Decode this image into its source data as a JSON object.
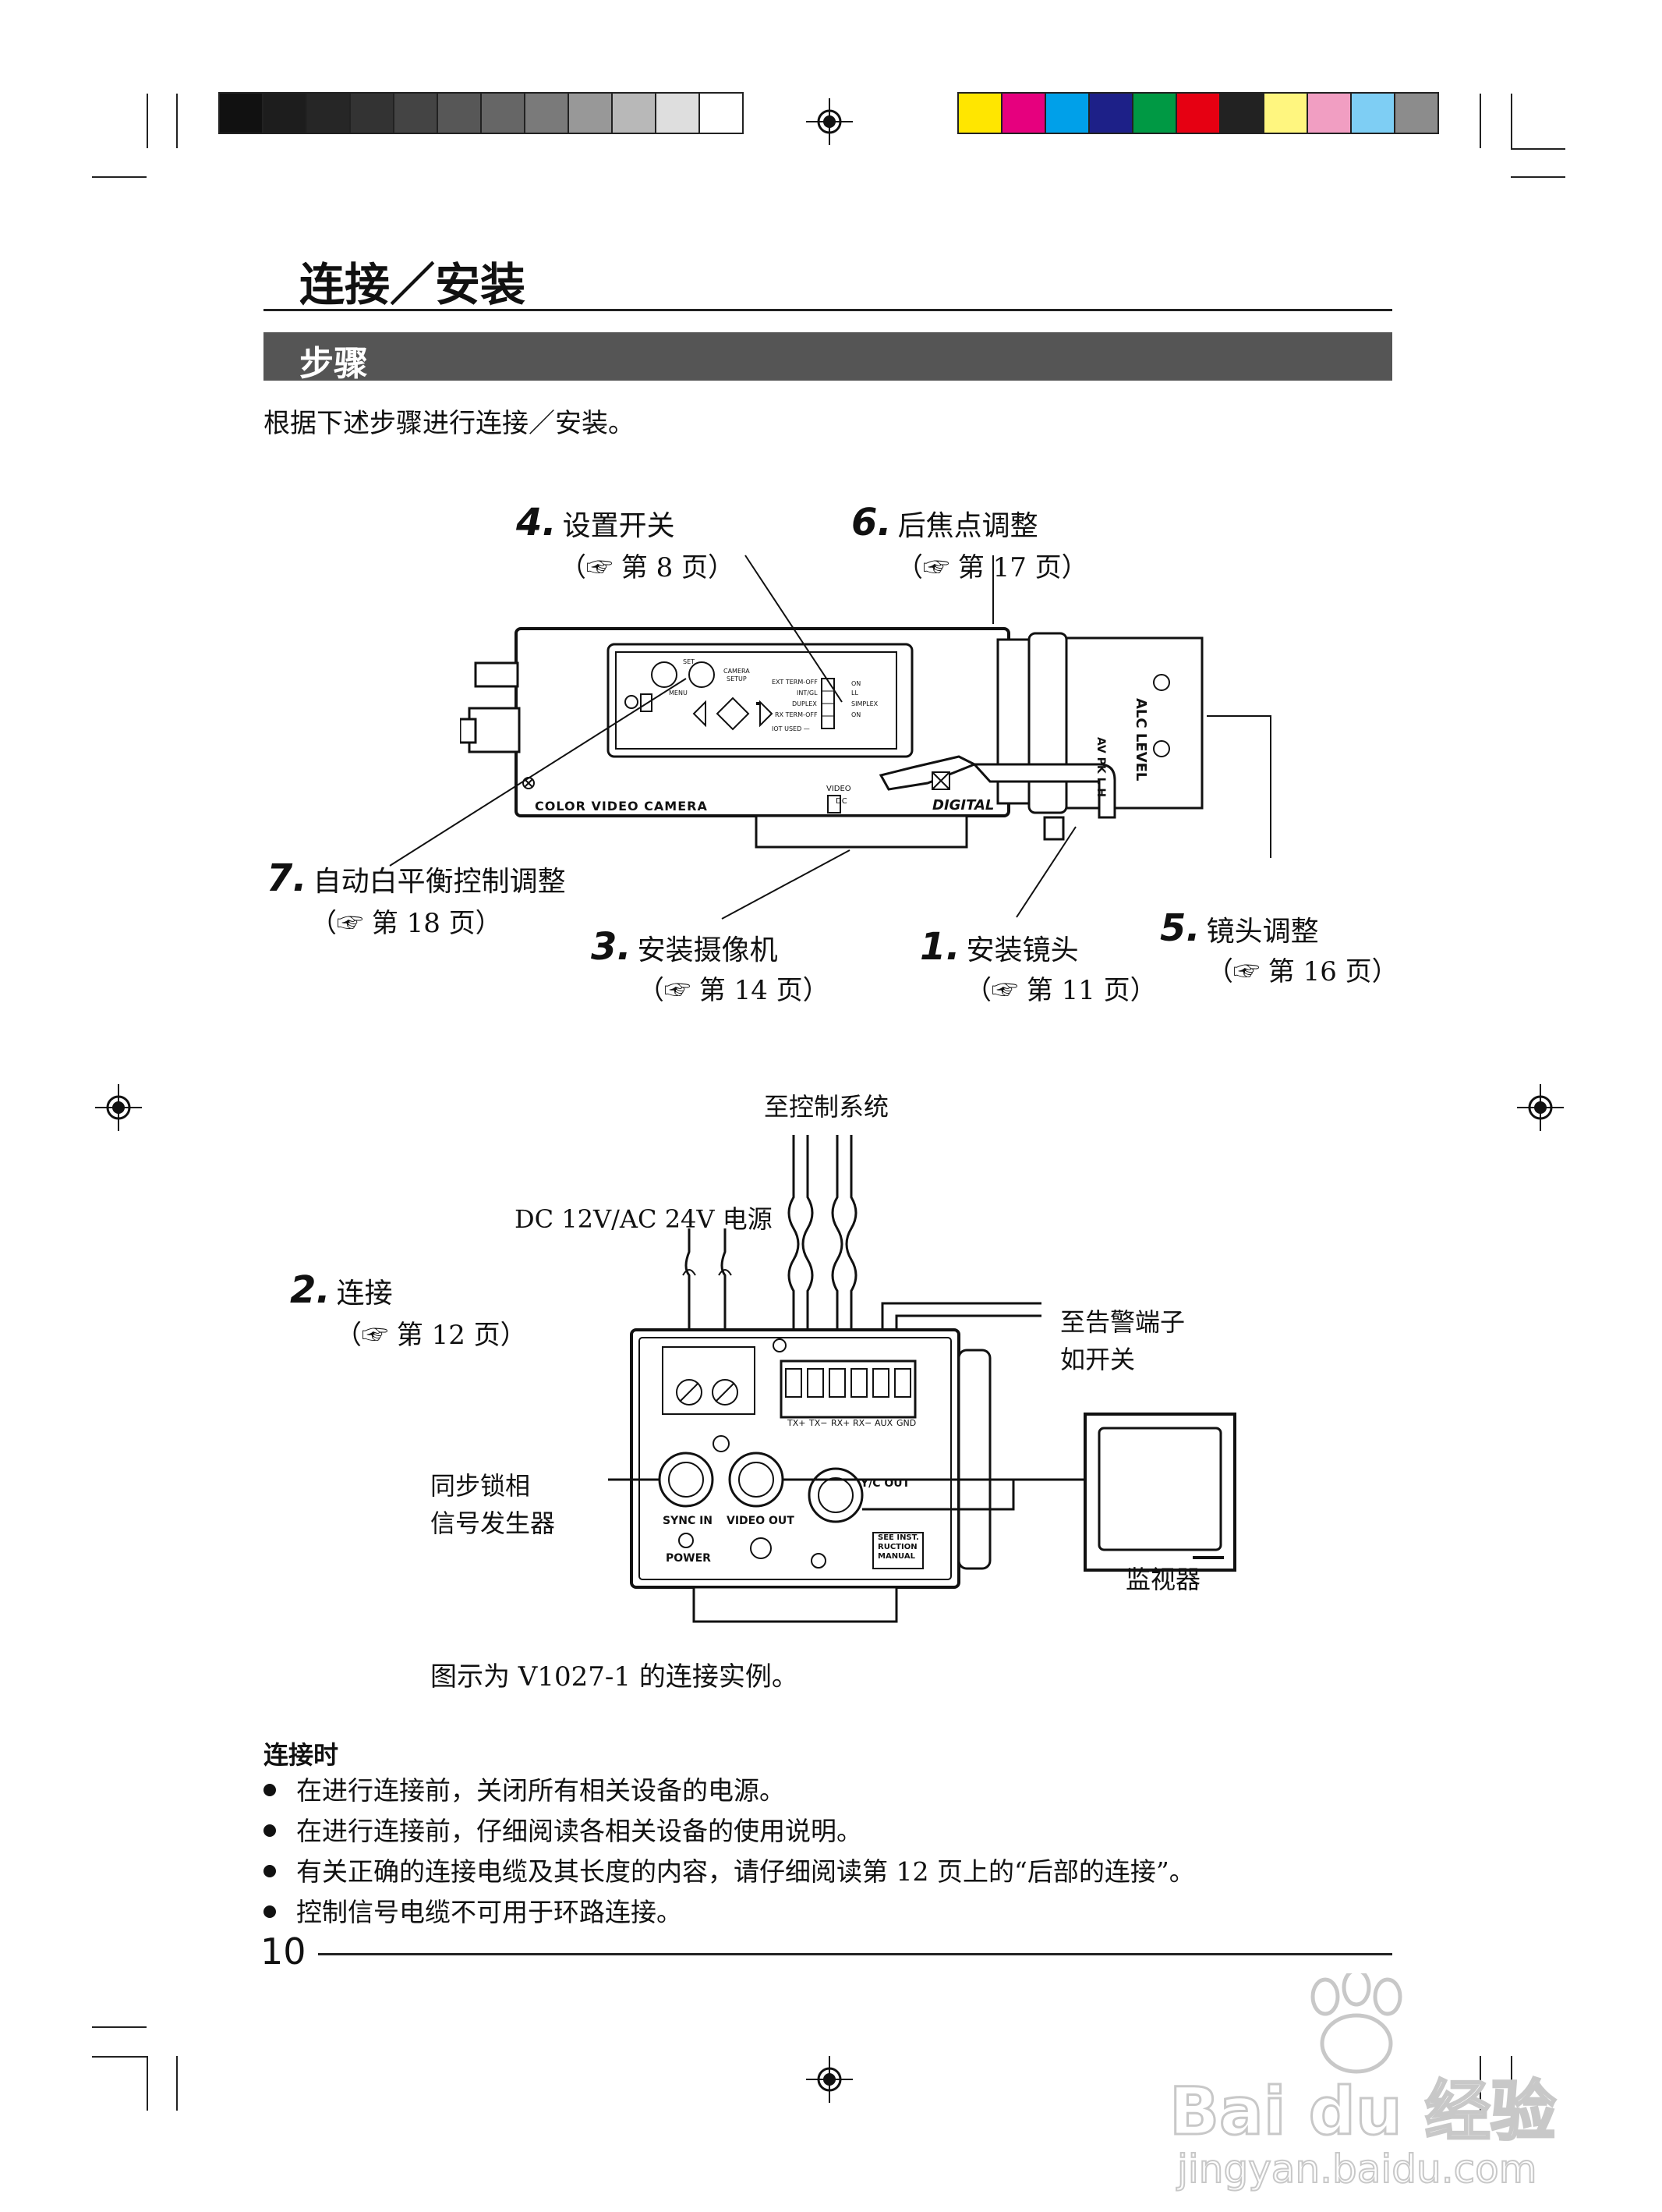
{
  "colors": {
    "gray_steps": [
      "#111111",
      "#1d1d1d",
      "#262626",
      "#333333",
      "#444444",
      "#575757",
      "#666666",
      "#7a7a7a",
      "#989898",
      "#b8b8b8",
      "#dedede",
      "#ffffff"
    ],
    "color_steps": [
      "#ffe600",
      "#e6007e",
      "#00a0e9",
      "#1d2088",
      "#009944",
      "#e60012",
      "#222222",
      "#fff67f",
      "#f19ec2",
      "#7ecef4",
      "#8c8c8c"
    ],
    "section_bar": "#555555"
  },
  "header": {
    "title": "连接／安装",
    "section": "步骤",
    "intro": "根据下述步骤进行连接／安装。"
  },
  "steps": {
    "s4": {
      "num": "4.",
      "label": "设置开关",
      "ref": "（☞ 第 8 页）"
    },
    "s6": {
      "num": "6.",
      "label": "后焦点调整",
      "ref": "（☞ 第 17 页）"
    },
    "s7": {
      "num": "7.",
      "label": "自动白平衡控制调整",
      "ref": "（☞ 第 18 页）"
    },
    "s3": {
      "num": "3.",
      "label": "安装摄像机",
      "ref": "（☞ 第 14 页）"
    },
    "s1": {
      "num": "1.",
      "label": "安装镜头",
      "ref": "（☞ 第 11 页）"
    },
    "s5": {
      "num": "5.",
      "label": "镜头调整",
      "ref": "（☞ 第 16 页）"
    },
    "s2": {
      "num": "2.",
      "label": "连接",
      "ref": "（☞ 第 12 页）"
    }
  },
  "camera_side": {
    "brand_text": "COLOR VIDEO CAMERA",
    "digital": "DIGITAL",
    "video_dc": [
      "VIDEO",
      "DC"
    ],
    "lens_labels": [
      "AV PK L H",
      "ALC LEVEL"
    ],
    "panel": {
      "left_top": [
        "SET",
        "MENU"
      ],
      "camera_setup": [
        "CAMERA",
        "SETUP"
      ],
      "switch_left": [
        "EXT TERM-OFF",
        "INT/GL",
        "DUPLEX",
        "RX TERM-OFF",
        "IOT USED —"
      ],
      "switch_right": [
        "ON",
        "LL",
        "SIMPLEX",
        "ON"
      ]
    }
  },
  "rear": {
    "to_control": "至控制系统",
    "power_supply": "DC 12V/AC 24V 电源",
    "alarm": [
      "至告警端子",
      "如开关"
    ],
    "sync_gen": [
      "同步锁相",
      "信号发生器"
    ],
    "monitor": "监视器",
    "terminals": [
      "TX+",
      "TX−",
      "RX+",
      "RX−",
      "AUX",
      "GND"
    ],
    "sync_in": "SYNC IN",
    "video_out": "VIDEO OUT",
    "yc_out": "Y/C OUT",
    "power": "POWER",
    "see_manual": [
      "SEE INST.",
      "RUCTION",
      "MANUAL"
    ],
    "caption": "图示为 V1027-1 的连接实例。"
  },
  "notes": {
    "heading": "连接时",
    "items": [
      "在进行连接前，关闭所有相关设备的电源。",
      "在进行连接前，仔细阅读各相关设备的使用说明。",
      "有关正确的连接电缆及其长度的内容，请仔细阅读第 12 页上的“后部的连接”。",
      "控制信号电缆不可用于环路连接。"
    ]
  },
  "page_number": "10",
  "watermark": {
    "brand": "Bai du 经验",
    "url": "jingyan.baidu.com"
  }
}
